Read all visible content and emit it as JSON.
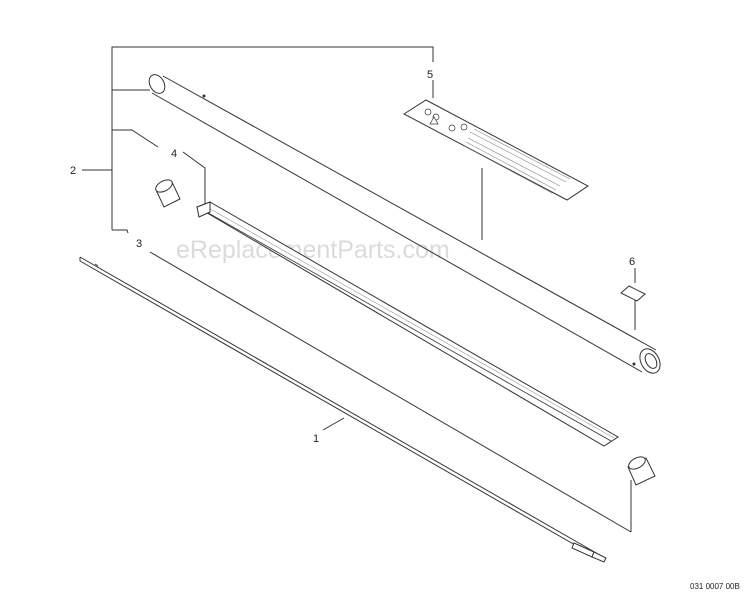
{
  "diagram": {
    "watermark": "eReplacementParts.com",
    "drawing_code": "031 0007 00B",
    "callouts": {
      "c1": "1",
      "c2": "2",
      "c3": "3",
      "c4": "4",
      "c5": "5",
      "c6": "6"
    }
  },
  "colors": {
    "line": "#333333",
    "part_fill": "#ffffff",
    "watermark": "#bdbdbd"
  }
}
